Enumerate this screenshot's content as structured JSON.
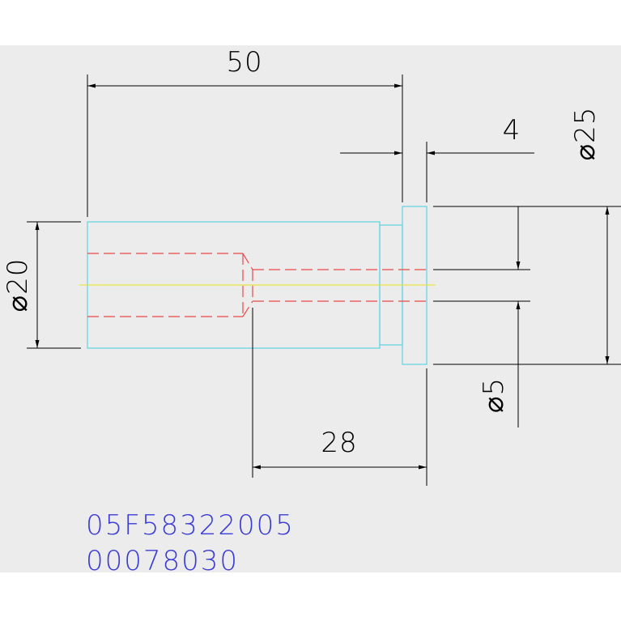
{
  "drawing": {
    "colors": {
      "background": "#ececec",
      "part_outline": "#5fd3e3",
      "hidden_line": "#e84a4a",
      "center_line": "#e6e63c",
      "dimension_line": "#000000",
      "code_text": "#3b3bd6"
    },
    "dimensions": {
      "overall_length": "50",
      "head_thickness": "4",
      "head_diameter": "⌀25",
      "body_diameter": "⌀20",
      "bore_diameter": "⌀5",
      "bore_depth": "28"
    },
    "codes": {
      "part_number": "05F58322005",
      "sub_number": "00078030"
    }
  }
}
